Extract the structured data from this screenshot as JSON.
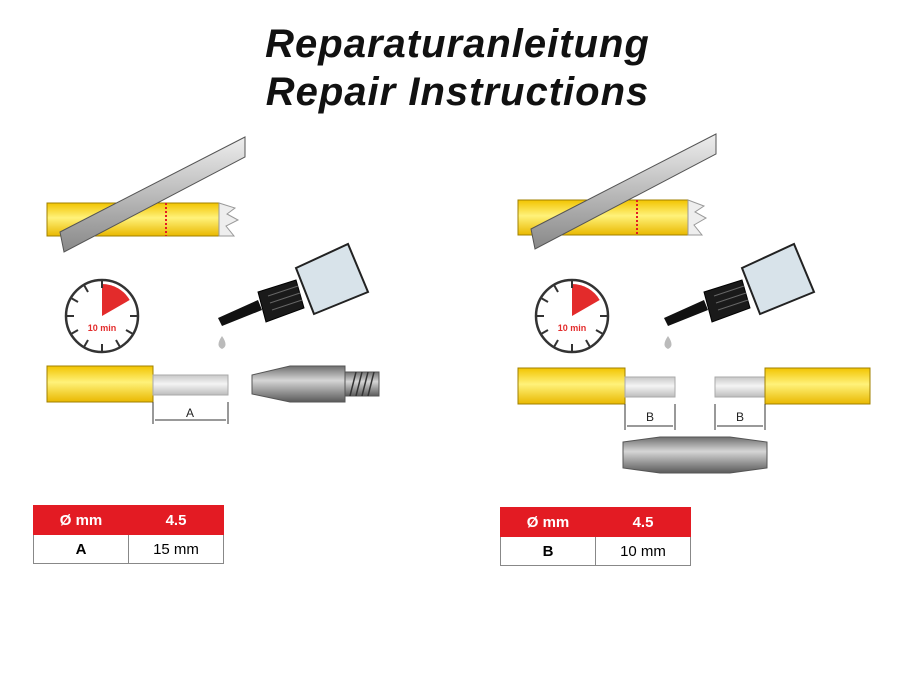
{
  "title": {
    "line1": "Reparaturanleitung",
    "line2": "Repair Instructions"
  },
  "left": {
    "timer_label": "10 min",
    "dimension_label": "A",
    "table": {
      "header": [
        "Ø mm",
        "4.5"
      ],
      "row": [
        "A",
        "15 mm"
      ]
    }
  },
  "right": {
    "timer_label": "10 min",
    "dimension_label_1": "B",
    "dimension_label_2": "B",
    "table": {
      "header": [
        "Ø mm",
        "4.5"
      ],
      "row": [
        "B",
        "10 mm"
      ]
    }
  },
  "colors": {
    "accent": "#e31b23",
    "tube": "#f5d000",
    "rod": "#d8d8d8",
    "sleeve": "#8a8a8a"
  }
}
